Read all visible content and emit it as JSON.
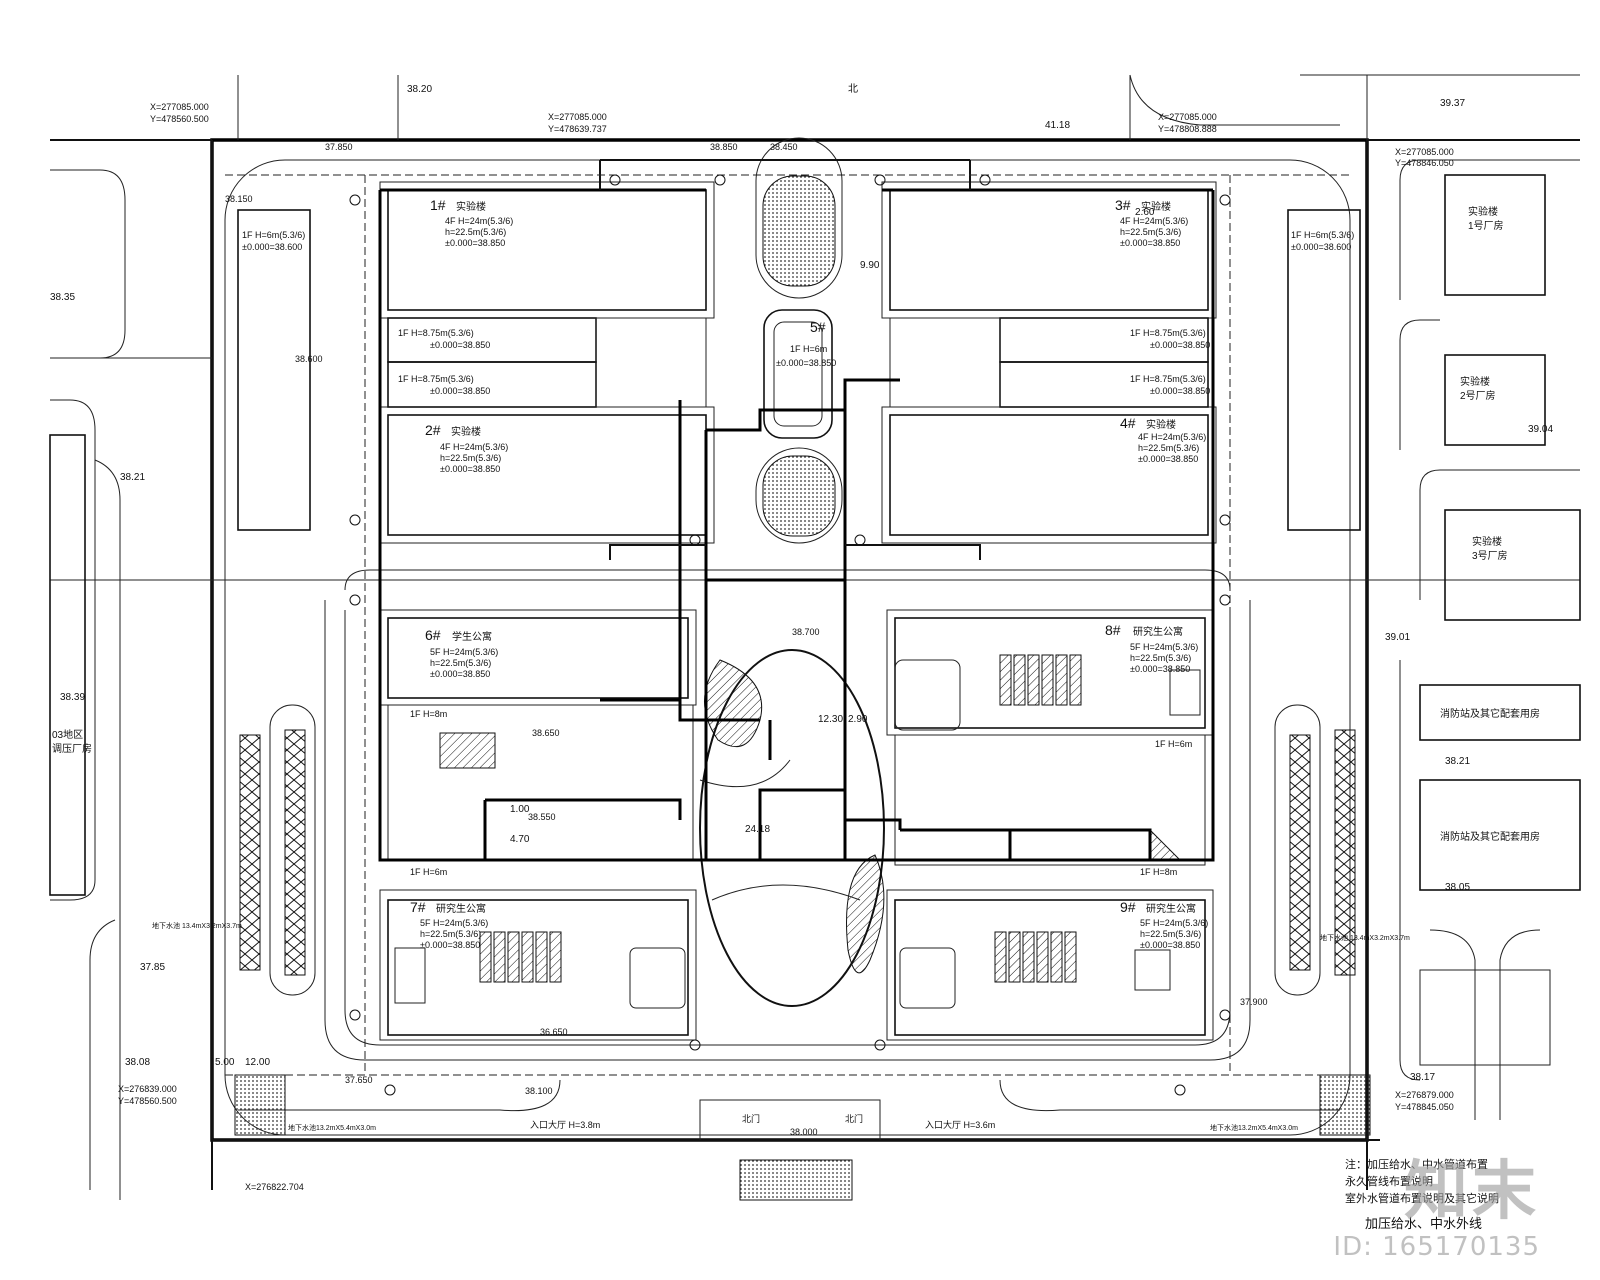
{
  "site": {
    "top_road_label": "北",
    "coords": {
      "tl": "X=277085.000",
      "tl_y": "Y=478560.500",
      "tm": "X=277085.000",
      "tm_y": "Y=478639.737",
      "tr": "X=277085.000",
      "tr_y": "Y=478808.888",
      "tr2": "X=277085.000",
      "tr2_y": "Y=478846.050",
      "bl": "X=276839.000",
      "bl_y": "Y=478560.500",
      "br": "X=276879.000",
      "br_y": "Y=478845.050",
      "bottom": "X=276822.704"
    },
    "elevations": [
      "38.20",
      "39.37",
      "38.35",
      "38.21",
      "38.39",
      "37.85",
      "38.08",
      "39.04",
      "39.01",
      "38.21",
      "38.05",
      "38.17",
      "41.18",
      "38.850",
      "38.450",
      "37.850",
      "38.150",
      "38.600",
      "38.700",
      "37.900",
      "38.100",
      "38.000",
      "36.650",
      "37.650",
      "38.650",
      "38.550"
    ],
    "dimensions": [
      "24.18",
      "12.30",
      "2.90",
      "9.90",
      "5.00",
      "12.00",
      "1.00",
      "4.70",
      "2.60"
    ]
  },
  "buildings": {
    "b1": {
      "num": "1#",
      "name": "实验楼",
      "spec": "4F  H=24m(5.3/6)",
      "h": "h=22.5m(5.3/6)",
      "datum": "±0.000=38.850"
    },
    "b2": {
      "num": "2#",
      "name": "实验楼",
      "spec": "4F  H=24m(5.3/6)",
      "h": "h=22.5m(5.3/6)",
      "datum": "±0.000=38.850"
    },
    "b3": {
      "num": "3#",
      "name": "实验楼",
      "spec": "4F  H=24m(5.3/6)",
      "h": "h=22.5m(5.3/6)",
      "datum": "±0.000=38.850"
    },
    "b4": {
      "num": "4#",
      "name": "实验楼",
      "spec": "4F  H=24m(5.3/6)",
      "h": "h=22.5m(5.3/6)",
      "datum": "±0.000=38.850"
    },
    "b5": {
      "num": "5#",
      "name": "",
      "spec": "1F H=6m",
      "datum": "±0.000=38.850"
    },
    "b6": {
      "num": "6#",
      "name": "学生公寓",
      "spec": "5F  H=24m(5.3/6)",
      "h": "h=22.5m(5.3/6)",
      "datum": "±0.000=38.850"
    },
    "b7": {
      "num": "7#",
      "name": "研究生公寓",
      "spec": "5F  H=24m(5.3/6)",
      "h": "h=22.5m(5.3/6)",
      "datum": "±0.000=38.850"
    },
    "b8": {
      "num": "8#",
      "name": "研究生公寓",
      "spec": "5F  H=24m(5.3/6)",
      "h": "h=22.5m(5.3/6)",
      "datum": "±0.000=38.850"
    },
    "b9": {
      "num": "9#",
      "name": "研究生公寓",
      "spec": "5F  H=24m(5.3/6)",
      "h": "h=22.5m(5.3/6)",
      "datum": "±0.000=38.850"
    },
    "side_l": {
      "spec": "1F H=6m(5.3/6)",
      "datum": "±0.000=38.600"
    },
    "side_r": {
      "spec": "1F H=6m(5.3/6)",
      "datum": "±0.000=38.600"
    },
    "corr_l1": {
      "spec": "1F  H=8.75m(5.3/6)",
      "datum": "±0.000=38.850"
    },
    "corr_l2": {
      "spec": "1F  H=8.75m(5.3/6)",
      "datum": "±0.000=38.850"
    },
    "corr_r1": {
      "spec": "1F  H=8.75m(5.3/6)",
      "datum": "±0.000=38.850"
    },
    "corr_r2": {
      "spec": "1F  H=8.75m(5.3/6)",
      "datum": "±0.000=38.850"
    },
    "low_l": "1F  H=8m",
    "low_l2": "1F  H=6m",
    "low_r": "1F  H=6m",
    "low_r2": "1F  H=8m"
  },
  "neighbors": {
    "r1": "实验楼\n1号厂房",
    "r2": "实验楼\n2号厂房",
    "r3": "实验楼\n3号厂房",
    "r4": "消防站及其它配套用房",
    "r5": "消防站及其它配套用房",
    "l1": "03地区\n调压厂房"
  },
  "notes": {
    "line1": "注：加压给水、中水管道布置",
    "line2": "永久管线布置说明",
    "line3": "室外水管道布置说明及其它说明",
    "line4": "加压给水、中水外线"
  },
  "tags": {
    "left_parking": "地下水池 13.4mX3.2mX3.7m",
    "right_parking": "地下水池 13.4mX3.2mX3.7m",
    "bottom_l": "地下水池13.2mX5.4mX3.0m",
    "bottom_r": "地下水池13.2mX5.4mX3.0m",
    "gate_left": "北门",
    "gate_right": "北门",
    "entrance_l": "入口大厅  H=3.8m",
    "entrance_r": "入口大厅  H=3.6m"
  },
  "watermark": {
    "logo": "知末",
    "id": "ID: 165170135"
  }
}
